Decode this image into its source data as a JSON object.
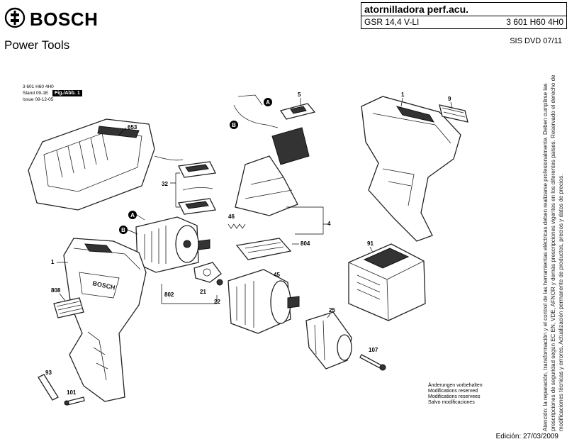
{
  "header": {
    "brand": "BOSCH",
    "subtitle": "Power Tools",
    "title": "atornilladora perf.acu.",
    "model": "GSR 14,4 V-LI",
    "part_number": "3 601 H60 4H0",
    "sis_dvd": "SIS DVD 07/11"
  },
  "meta": {
    "drawing_number": "3 601 H60 4H0",
    "stand_label": "Stand",
    "stand_value": "09-1E",
    "issue_label": "Issue",
    "issue_value": "08-12-05",
    "figure": "Fig./Abb. 1"
  },
  "notice": {
    "line1": "Änderungen vorbehalten",
    "line2": "Modifications reserved",
    "line3": "Modifications reservees",
    "line4": "Salvo modificaciones"
  },
  "edition": "Edición: 27/03/2009",
  "vertical_notice": "Atención: la reparación, transformación y el control de las herramientas eléctricas deben realizarse profesionalmente. Deben cumplirse las prescripciones de seguridad según EC EN, VDE, AFNOR y demás prescripciones vigentes en los diferentes países. Reservado el derecho de modificaciones técnicas y errores. Actualización permanente de productos, precios y datos de precios.",
  "callouts": {
    "c653": "653",
    "c32": "32",
    "cA1": "A",
    "cB1": "B",
    "c1a": "1",
    "c808": "808",
    "c93": "93",
    "c101": "101",
    "c802": "802",
    "c21": "21",
    "c22": "22",
    "c45": "45",
    "c25": "25",
    "c107": "107",
    "c46": "46",
    "c804": "804",
    "c4": "4",
    "c5": "5",
    "cA2": "A",
    "cB2": "B",
    "c1b": "1",
    "c9": "9",
    "c91": "91"
  }
}
